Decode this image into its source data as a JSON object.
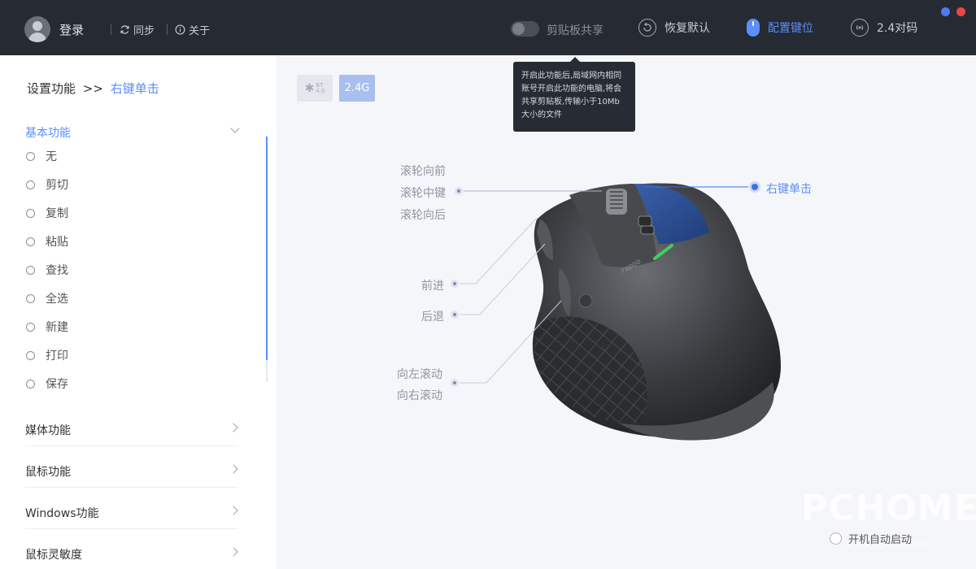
{
  "topbar": {
    "login": "登录",
    "sync": "同步",
    "about": "关于",
    "clipboard_share": "剪贴板共享",
    "restore_default": "恢复默认",
    "configure_keys": "配置键位",
    "pairing": "2.4对码",
    "window_dot_colors": [
      "#4d7cf5",
      "#e8483f"
    ]
  },
  "tooltip": {
    "text": "开启此功能后,局域网内相同账号开启此功能的电脑,将会共享剪贴板,传输小于10Mb大小的文件"
  },
  "sidebar": {
    "breadcrumb_prefix": "设置功能",
    "breadcrumb_arrow": ">>",
    "breadcrumb_current": "右键单击",
    "basic_section": "基本功能",
    "basic_items": [
      "无",
      "剪切",
      "复制",
      "粘贴",
      "查找",
      "全选",
      "新建",
      "打印",
      "保存"
    ],
    "media_section": "媒体功能",
    "mouse_section": "鼠标功能",
    "windows_section": "Windows功能",
    "sensitivity_section": "鼠标灵敏度"
  },
  "main": {
    "bt_symbol": "✱",
    "bt_version_top": "BT",
    "bt_version_bottom": "4.0",
    "mode_24g": "2.4G",
    "labels": {
      "wheel_forward": "滚轮向前",
      "wheel_middle": "滚轮中键",
      "wheel_back": "滚轮向后",
      "forward": "前进",
      "back": "后退",
      "scroll_left": "向左滚动",
      "scroll_right": "向右滚动",
      "right_click": "右键单击"
    },
    "brand_on_mouse": "rapoo",
    "accent_color": "#5b8ff9"
  },
  "footer": {
    "autostart": "开机自动启动",
    "watermark": "PCHOME",
    "watermark_sub": "WWW.PCHOME.NET"
  }
}
